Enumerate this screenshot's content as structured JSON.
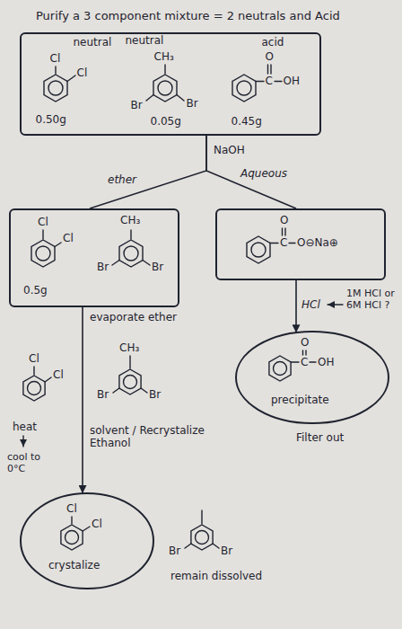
{
  "diagram": {
    "title": "Purify a 3 component mixture = 2 neutrals and Acid",
    "nodes": [
      {
        "text": [
          "Cl",
          "neutral",
          "Cl",
          "neutral",
          "CH₃",
          "acid",
          "O",
          "C",
          "OH",
          "Br",
          "Br",
          "0.50g",
          "0.05g",
          "0.45g"
        ]
      },
      {
        "text": [
          "Cl",
          "CH₃",
          "Cl",
          "Br",
          "Br",
          "0.5g"
        ]
      },
      {
        "text": [
          "O",
          "C",
          "O⊖Na⊕"
        ]
      },
      {
        "text": [
          "O",
          "C",
          "OH",
          "precipitate"
        ]
      },
      {
        "text": [
          "Cl",
          "Cl",
          "crystalize"
        ]
      }
    ],
    "edges": [
      {
        "from": 0,
        "to": 1,
        "arrow": "none",
        "label": "ether"
      },
      {
        "from": 0,
        "to": 2,
        "arrow": "none",
        "label": "Aqueous"
      },
      {
        "from": 2,
        "to": 3,
        "arrow": "to",
        "label": "HCl"
      },
      {
        "from": 1,
        "to": 4,
        "arrow": "to"
      }
    ],
    "labels": [
      "NaOH",
      "1M HCl or 6M HCl ?",
      "Filter out",
      "evaporate ether",
      "Cl",
      "Cl",
      "CH₃",
      "Br",
      "Br",
      "heat",
      "cool to 0°C",
      "solvent / Recrystalize Ethanol",
      "Br",
      "Br",
      "remain dissolved"
    ]
  }
}
